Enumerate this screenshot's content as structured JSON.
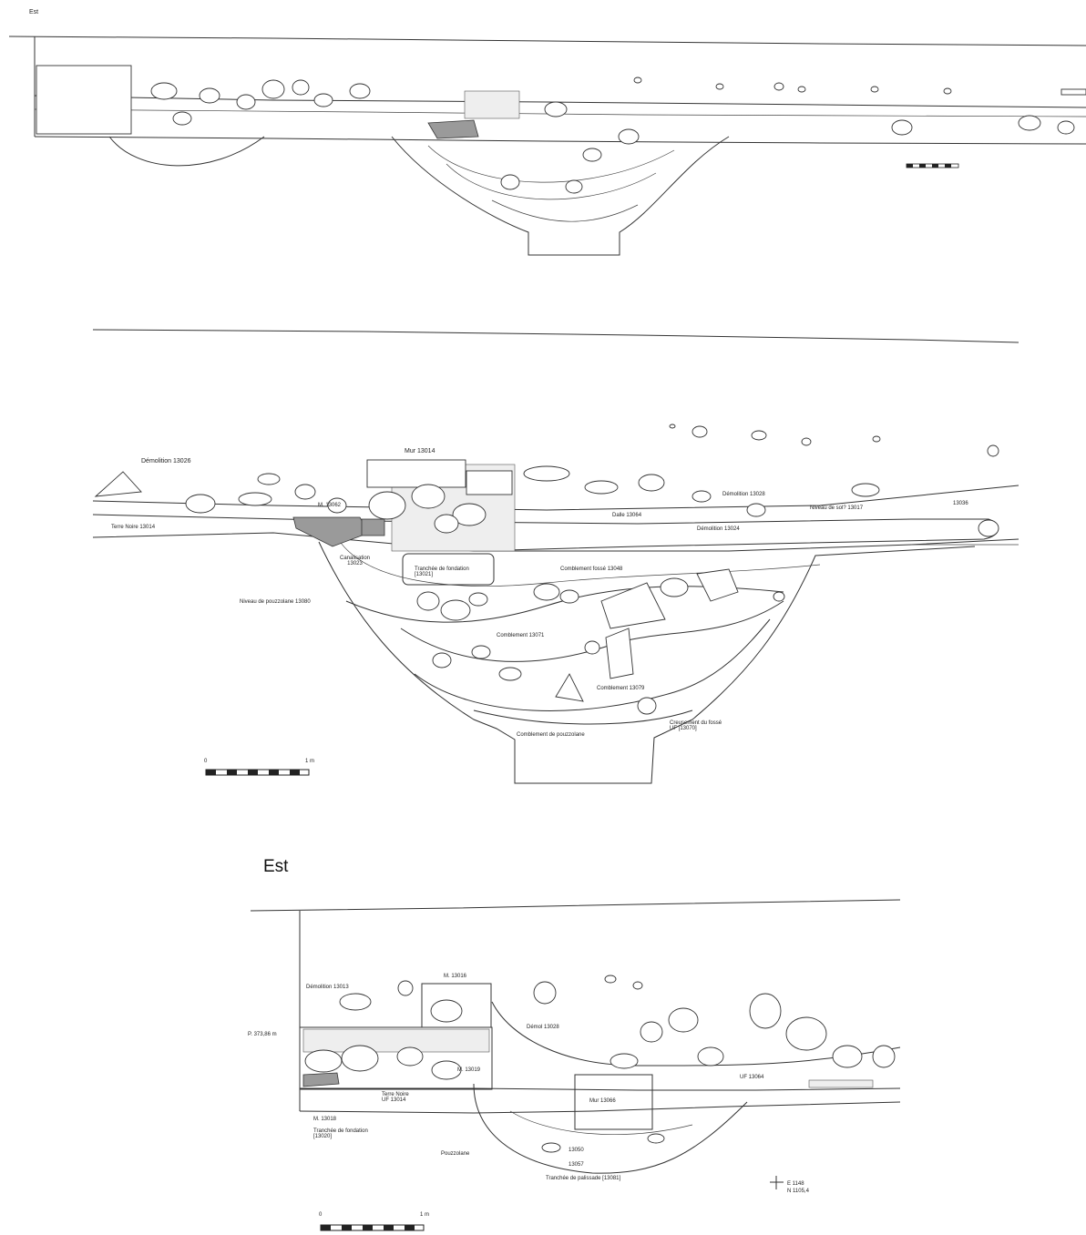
{
  "top_section": {
    "orientation": "Est"
  },
  "middle_section": {
    "labels": {
      "demolition_13026": "Démolition 13026",
      "mur_13014": "Mur 13014",
      "m_13062": "M. 13062",
      "terre_noire_13014": "Terre Noire 13014",
      "canalisation_13023": "Canalisation\n13023",
      "tranchee_fondation": "Tranchée de fondation\n[13021]",
      "dalle_13064": "Dalle 13064",
      "demolition_13024": "Démolition 13024",
      "demolition_13028": "Démolition 13028",
      "niveau_sol_13017": "Niveau de sol? 13017",
      "num_13036": "13036",
      "comblement_fosse_13048": "Comblement fossé 13048",
      "niveau_pouzzolane_13080": "Niveau de pouzzolane 13080",
      "comblement_13071": "Comblement 13071",
      "comblement_13079": "Comblement 13079",
      "comblement_pouzzolane": "Comblement de pouzzolane",
      "creusement_fosse": "Creusement du fossé\nUF [13070]"
    },
    "scale": {
      "start": "0",
      "end": "1 m"
    }
  },
  "bottom_section": {
    "orientation": "Est",
    "labels": {
      "demolition_13013": "Démolition 13013",
      "m_13016": "M. 13016",
      "elevation": "P. 373,86 m",
      "demol_13028": "Démol 13028",
      "m_13019": "M. 13019",
      "terre_noire": "Terre Noire\nUF 13014",
      "mur_13066": "Mur 13066",
      "uf_13064": "UF 13064",
      "m_13018": "M. 13018",
      "tranchee_fondation": "Tranchée de fondation\n[13020]",
      "pouzzolane": "Pouzzolane",
      "num_13050": "13050",
      "num_13057": "13057",
      "tranchee_palissade": "Tranchée de palissade [13081]",
      "coord_e": "E 1148",
      "coord_n": "N 1105,4"
    },
    "scale": {
      "start": "0",
      "end": "1 m"
    }
  }
}
